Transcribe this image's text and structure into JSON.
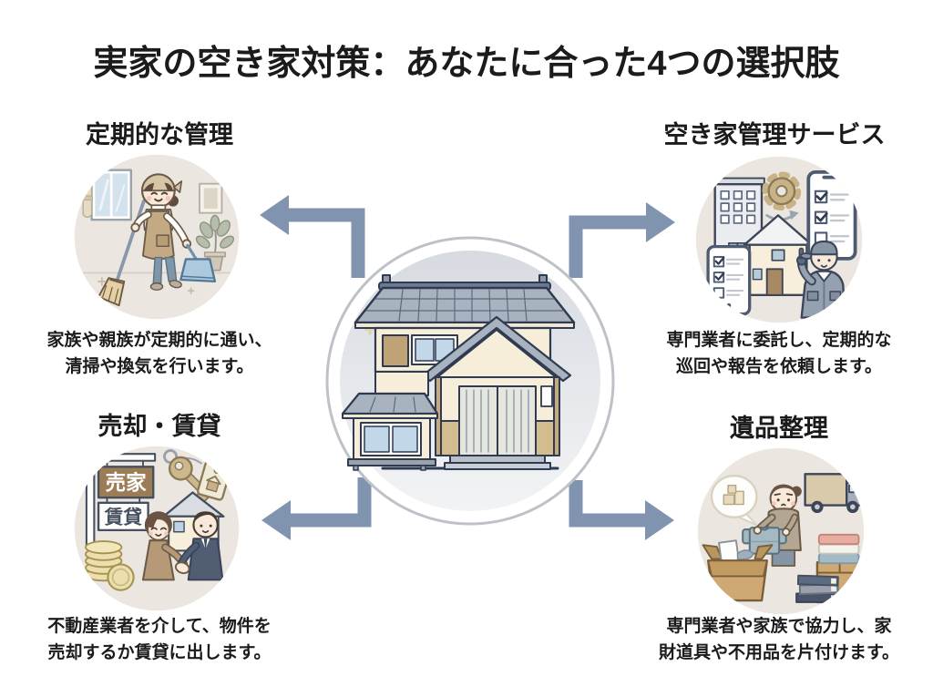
{
  "title": "実家の空き家対策：あなたに合った4つの選択肢",
  "options": [
    {
      "id": "regular-management",
      "heading": "定期的な管理",
      "desc1": "家族や親族が定期的に通い、",
      "desc2": "清掃や換気を行います。",
      "illustration": "woman-cleaning-with-broom-and-dustpan"
    },
    {
      "id": "vacant-house-management-service",
      "heading": "空き家管理サービス",
      "desc1": "専門業者に委託し、定期的な",
      "desc2": "巡回や報告を依頼します。",
      "illustration": "phones-checklist-gear-building-worker"
    },
    {
      "id": "sell-or-rent",
      "heading": "売却・賃貸",
      "desc1": "不動産業者を介して、物件を",
      "desc2": "売却するか賃貸に出します。",
      "illustration": "handshake-key-coins-signboard"
    },
    {
      "id": "estate-cleanup",
      "heading": "遺品整理",
      "desc1": "専門業者や家族で協力し、家",
      "desc2": "財道具や不用品を片付けます。",
      "illustration": "woman-packing-boxes-truck-books"
    }
  ],
  "center_illustration": "traditional-japanese-house-in-circle",
  "sign_labels": {
    "for_sale": "売家",
    "for_rent": "賃貸"
  },
  "colors": {
    "background": "#ffffff",
    "text": "#1b1b1b",
    "arrow": "#8093af",
    "quadrant_circle_bg": "#ebe7e0",
    "outline": "#3c4658",
    "center_ring": "#bdc1c8",
    "center_fill_top": "#d7dbe1",
    "center_fill_bottom": "#f2f3f5",
    "roof": "#a9b2bf",
    "wall_cream": "#f6eed9",
    "wood_tan": "#c8a97e",
    "sale_sign_brown": "#9c7c54"
  }
}
